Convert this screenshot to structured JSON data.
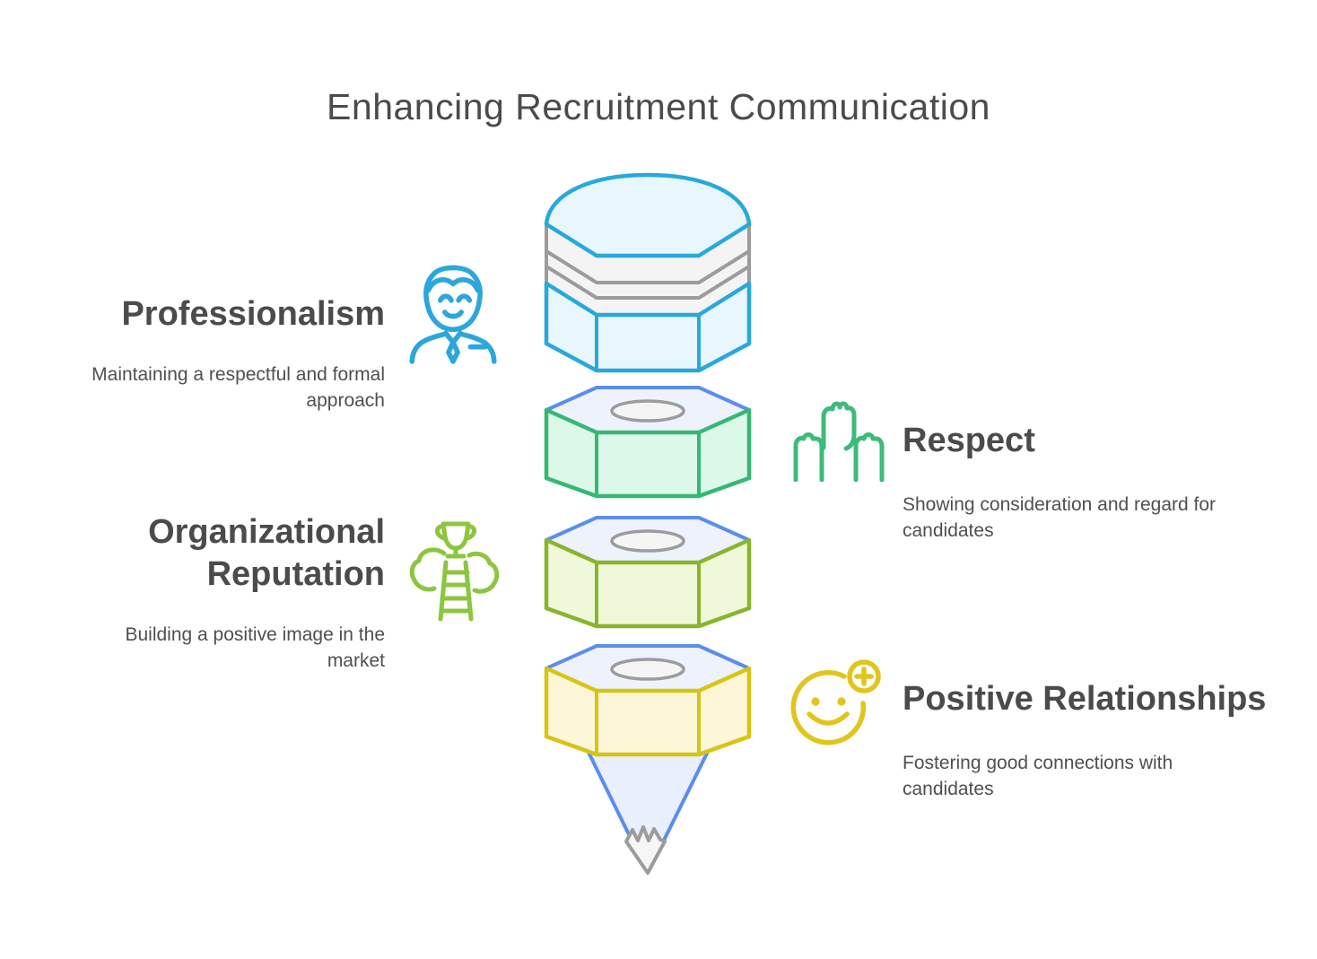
{
  "title": "Enhancing Recruitment Communication",
  "items": [
    {
      "label": "Professionalism",
      "description": "Maintaining a respectful and formal approach",
      "side": "left",
      "icon": "businessman-icon",
      "accent": "#2da6dc"
    },
    {
      "label": "Respect",
      "description": "Showing consideration and regard for candidates",
      "side": "right",
      "icon": "raised-fists-icon",
      "accent": "#3dbb78"
    },
    {
      "label": "Organizational Reputation",
      "description": "Building a positive image in the market",
      "side": "left",
      "icon": "trophy-ladder-icon",
      "accent": "#8cc63e"
    },
    {
      "label": "Positive Relationships",
      "description": "Fostering good connections with candidates",
      "side": "right",
      "icon": "smiley-plus-icon",
      "accent": "#e2c51c"
    }
  ],
  "funnel": {
    "segments": [
      {
        "name": "pencil-cap",
        "stroke": "#29a8db",
        "fill": "#e8f7fd"
      },
      {
        "name": "hex-nut-respect",
        "stroke": "#36b873",
        "fill": "#dcf8e8"
      },
      {
        "name": "hex-nut-reputation",
        "stroke": "#87b62c",
        "fill": "#f0f8da"
      },
      {
        "name": "hex-nut-relationships",
        "stroke": "#d8c414",
        "fill": "#fdf7d8"
      },
      {
        "name": "funnel-cone",
        "stroke": "#5b8def",
        "fill": "#e9effc"
      }
    ]
  },
  "colors": {
    "heading_text": "#4b4b4b",
    "body_text": "#4f4f4f",
    "top_face_fill": "#edf2fd",
    "top_edge_blue": "#5b8def",
    "metal_gray": "#9c9c9c",
    "ferrule_fill": "#f4f4f4",
    "hole_fill": "#f5f5f5",
    "tip_fill": "#f6f6f6",
    "background": "#ffffff"
  }
}
